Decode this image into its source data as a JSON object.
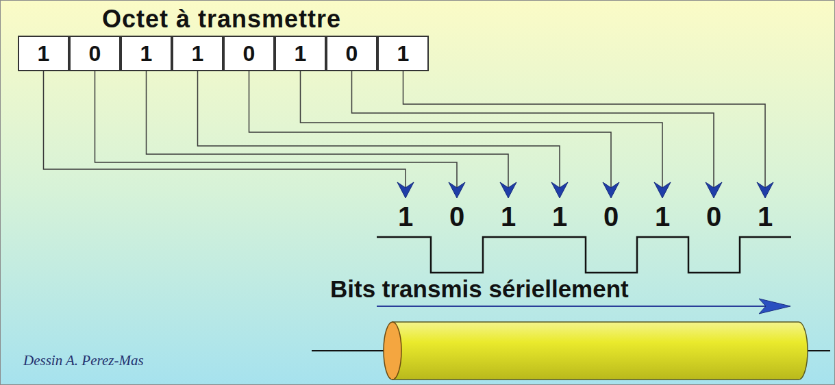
{
  "diagram": {
    "title": "Octet à transmettre",
    "nodes": [
      {
        "text": [
          "1"
        ]
      },
      {
        "text": [
          "0"
        ]
      },
      {
        "text": [
          "1"
        ]
      },
      {
        "text": [
          "1"
        ]
      },
      {
        "text": [
          "0"
        ]
      },
      {
        "text": [
          "1"
        ]
      },
      {
        "text": [
          "0"
        ]
      },
      {
        "text": [
          "1"
        ]
      }
    ],
    "labels": [
      "1",
      "0",
      "1",
      "1",
      "0",
      "1",
      "0",
      "1",
      "Bits transmis sériellement",
      "Dessin A. Perez-Mas"
    ]
  }
}
